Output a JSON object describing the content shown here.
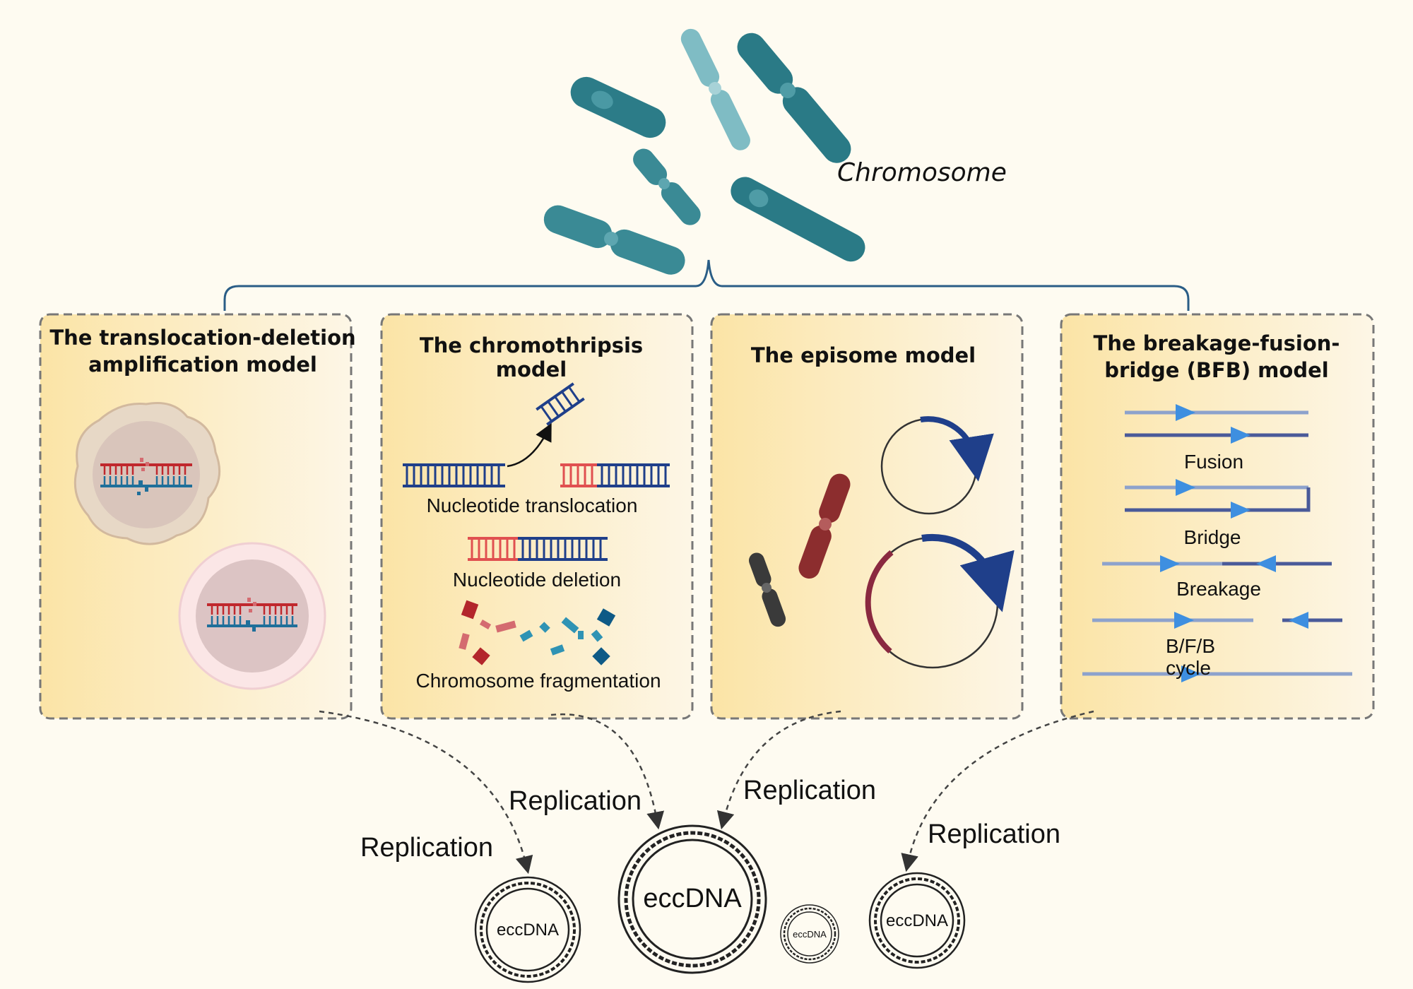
{
  "chromosome_label": "Chromosome",
  "panels": [
    {
      "title_lines": [
        "The translocation-deletion",
        "amplification model"
      ]
    },
    {
      "title_lines": [
        "The chromothripsis",
        "model"
      ],
      "labels": [
        "Nucleotide translocation",
        "Nucleotide deletion",
        "Chromosome fragmentation"
      ]
    },
    {
      "title_lines": [
        "The episome model"
      ]
    },
    {
      "title_lines": [
        "The breakage-fusion-",
        "bridge (BFB) model"
      ],
      "labels": [
        "Fusion",
        "Bridge",
        "Breakage",
        "B/F/B",
        "cycle"
      ]
    }
  ],
  "replication_label": "Replication",
  "eccdna_label": "eccDNA",
  "colors": {
    "chromosome_teal": "#2e7f8c",
    "chromosome_light": "#7fbcc4",
    "dna_red": "#c0282d",
    "dna_blue": "#1f3f8a",
    "bfb_line": "#8da2cc",
    "bfb_dark": "#4a5a99",
    "bfb_arrow": "#3e8fe0",
    "panel_bg": "#fbe9b8",
    "bracket": "#2a5d86"
  }
}
